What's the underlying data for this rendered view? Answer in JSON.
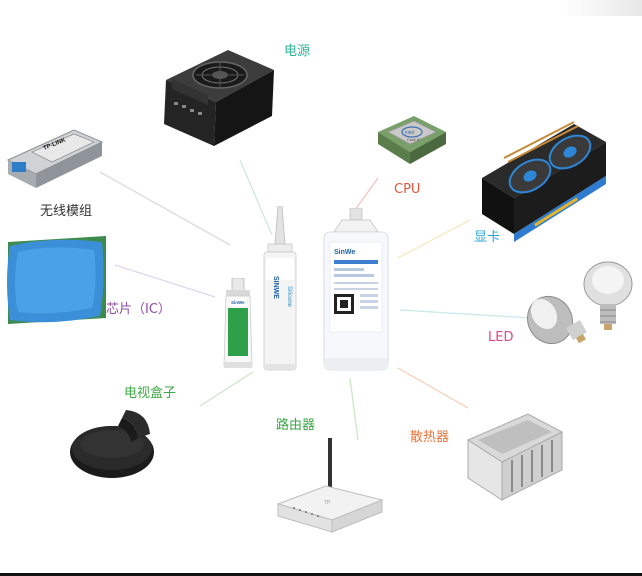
{
  "labels": {
    "power": "电源",
    "cpu": "CPU",
    "gpu": "显卡",
    "led": "LED",
    "heatsink": "散热器",
    "router": "路由器",
    "tvbox": "电视盒子",
    "chip": "芯片（IC）",
    "module": "无线模组"
  },
  "product_text": {
    "bottle_brand": "SinWe",
    "tube_brand": "SINWE",
    "tube_text": "Silicone",
    "small_tube_brand": "SinWe",
    "module_brand": "TP-LINK",
    "cpu_brand": "intel",
    "cpu_text": "Core i7"
  },
  "colors": {
    "power": "#2fb49a",
    "cpu": "#e2553b",
    "gpu": "#2aa5d8",
    "led": "#d74a86",
    "heatsink": "#e8733a",
    "router": "#3aa645",
    "tvbox": "#40a844",
    "chip": "#8d4ea5",
    "module": "#333333"
  }
}
